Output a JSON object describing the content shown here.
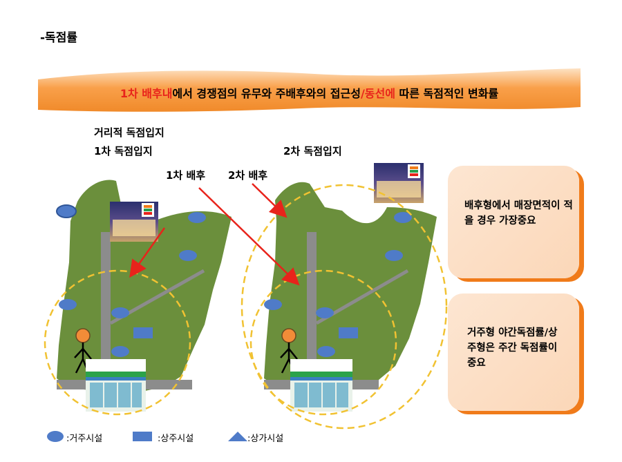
{
  "page": {
    "title": "-독점률"
  },
  "banner": {
    "part1_red": "1차 배후내",
    "part2": "에서 경쟁점의 유무와 주배후와의 접근성",
    "part3_red": "/동선에",
    "part4": " 따른 독점적인 변화률"
  },
  "left_panel": {
    "heading_line1": "거리적 독점입지",
    "heading_line2": "1차 독점입지"
  },
  "right_panel": {
    "heading": "2차 독점입지"
  },
  "arrows": {
    "primary_label": "1차 배후",
    "secondary_label": "2차 배후"
  },
  "callouts": {
    "top": "배후형에서 매장면적이 적을 경우 가장중요",
    "bottom": "거주형 야간독점률/상주형은 주간 독점률이 중요"
  },
  "legend": {
    "residential": ":거주시설",
    "business": ":상주시설",
    "commercial": ":상가시설"
  },
  "colors": {
    "banner_orange": "#f9a04a",
    "map_green": "#6b8f3c",
    "road_gray": "#8c8c8c",
    "facility_blue": "#4f7bc8",
    "arrow_red": "#e8231b",
    "ring_yellow": "#f1c232",
    "person_orange": "#f28c38",
    "callout_border": "#f07b1a"
  }
}
